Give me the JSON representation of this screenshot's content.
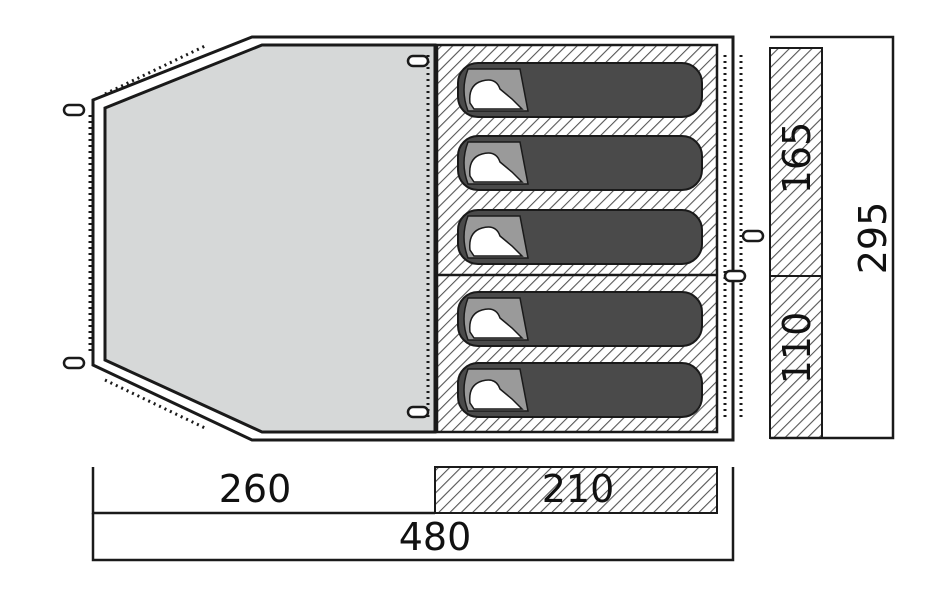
{
  "floorplan": {
    "bedroom_rows": 5,
    "colors": {
      "outline": "#1a1a1a",
      "vestibule_fill": "#d6d8d8",
      "bedroom_hatch": "#555555",
      "sleeping_bag": "#4a4a4a",
      "bag_hood": "#9a9a9a"
    }
  },
  "dimensions": {
    "vestibule_length": "260",
    "bedroom_length": "210",
    "total_length": "480",
    "bedroom_a_width": "165",
    "bedroom_b_width": "110",
    "total_width": "295"
  }
}
